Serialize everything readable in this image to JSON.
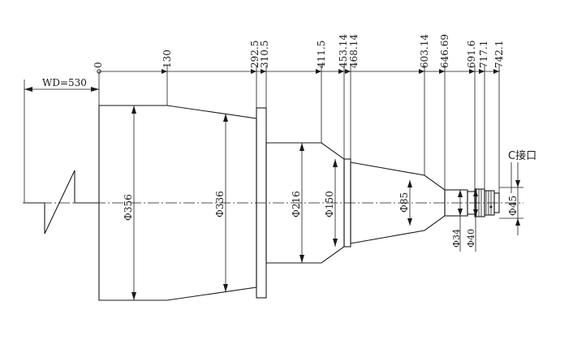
{
  "labels": {
    "wd": "WD=530",
    "zero": "0",
    "top_dims": [
      "130",
      "292.5",
      "310.5",
      "411.5",
      "453.14",
      "468.14",
      "603.14",
      "646.69",
      "691.6",
      "717.1",
      "742.1"
    ],
    "dia_356": "Φ356",
    "dia_336": "Φ336",
    "dia_216": "Φ216",
    "dia_150": "Φ150",
    "dia_85": "Φ85",
    "dia_34": "Φ34",
    "dia_40": "Φ40",
    "dia_45": "Φ45",
    "mount": "C接口"
  }
}
